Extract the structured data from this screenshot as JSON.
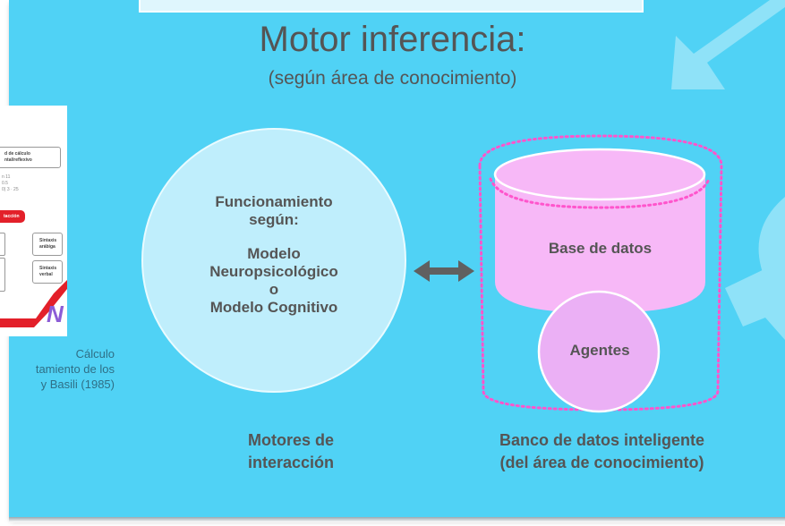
{
  "header": {
    "title": "Motor inferencia:",
    "subtitle": "(según área de conocimiento)"
  },
  "inference_circle": {
    "line1": "Funcionamiento",
    "line2": "según:",
    "line3": "Modelo",
    "line4": "Neuropsicológico",
    "line5": "o",
    "line6": "Modelo Cognitivo"
  },
  "left_label": {
    "line1": "Motores de",
    "line2": "interacción"
  },
  "database": {
    "cylinder_label": "Base de datos",
    "agents_label": "Agentes"
  },
  "right_label": {
    "line1": "Banco de datos inteligente",
    "line2": "(del área de conocimiento)"
  },
  "side_panel": {
    "box1_line1": "d de cálculo",
    "box1_line2": "ntal/reflexivo",
    "small1": "n 11",
    "small2": "0.5",
    "small3": "0) 3 · 25",
    "red_label": "tacción",
    "box2_line1": "Sintaxis",
    "box2_line2": "arábiga",
    "box3_line1": "Sintaxis",
    "box3_line2": "verbal",
    "logo_letter": "N",
    "caption_line1": "Cálculo",
    "caption_line2": "tamiento de los",
    "caption_line3": "y Basili (1985)"
  },
  "colors": {
    "background": "#50d2f5",
    "circle_fill": "#bfeefc",
    "cylinder_fill": "#f7b8f7",
    "agent_fill": "#ebb0f5",
    "dotted_outline": "#ff55cc",
    "arrow": "#606060",
    "text": "#555555"
  }
}
